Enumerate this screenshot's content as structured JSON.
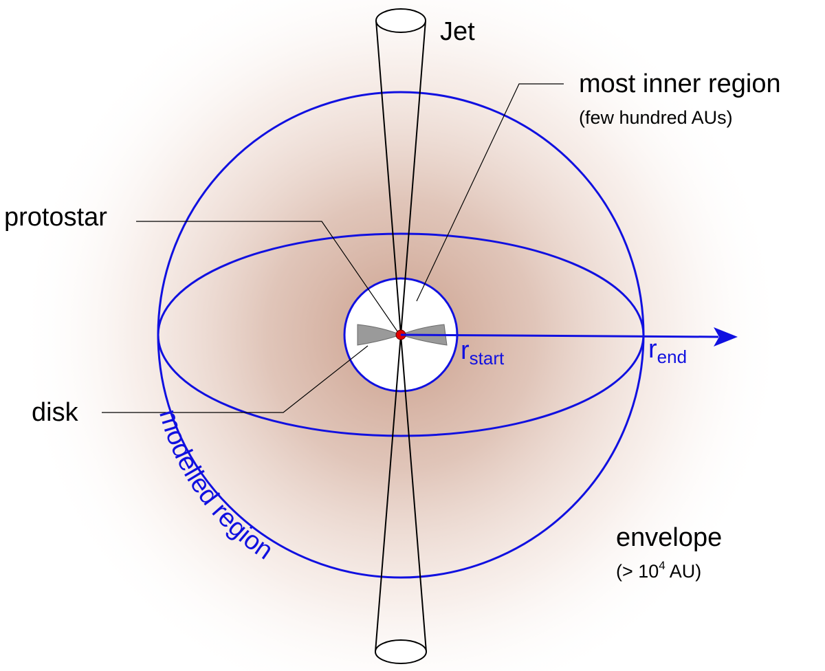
{
  "labels": {
    "jet": "Jet",
    "inner_region": "most inner region",
    "inner_region_size": "(few hundred AUs)",
    "protostar": "protostar",
    "disk": "disk",
    "r_start_base": "r",
    "r_start_sub": "start",
    "r_end_base": "r",
    "r_end_sub": "end",
    "modelled_region": "modelled region",
    "envelope": "envelope",
    "envelope_size_prefix": "(> 10",
    "envelope_size_exponent": "4",
    "envelope_size_suffix": " AU)"
  },
  "colors": {
    "boundary": "#1010e0",
    "envelope_glow": "#c89a86",
    "protostar": "#e00000",
    "disk": "#9a9a9a",
    "lines": "#000000"
  }
}
